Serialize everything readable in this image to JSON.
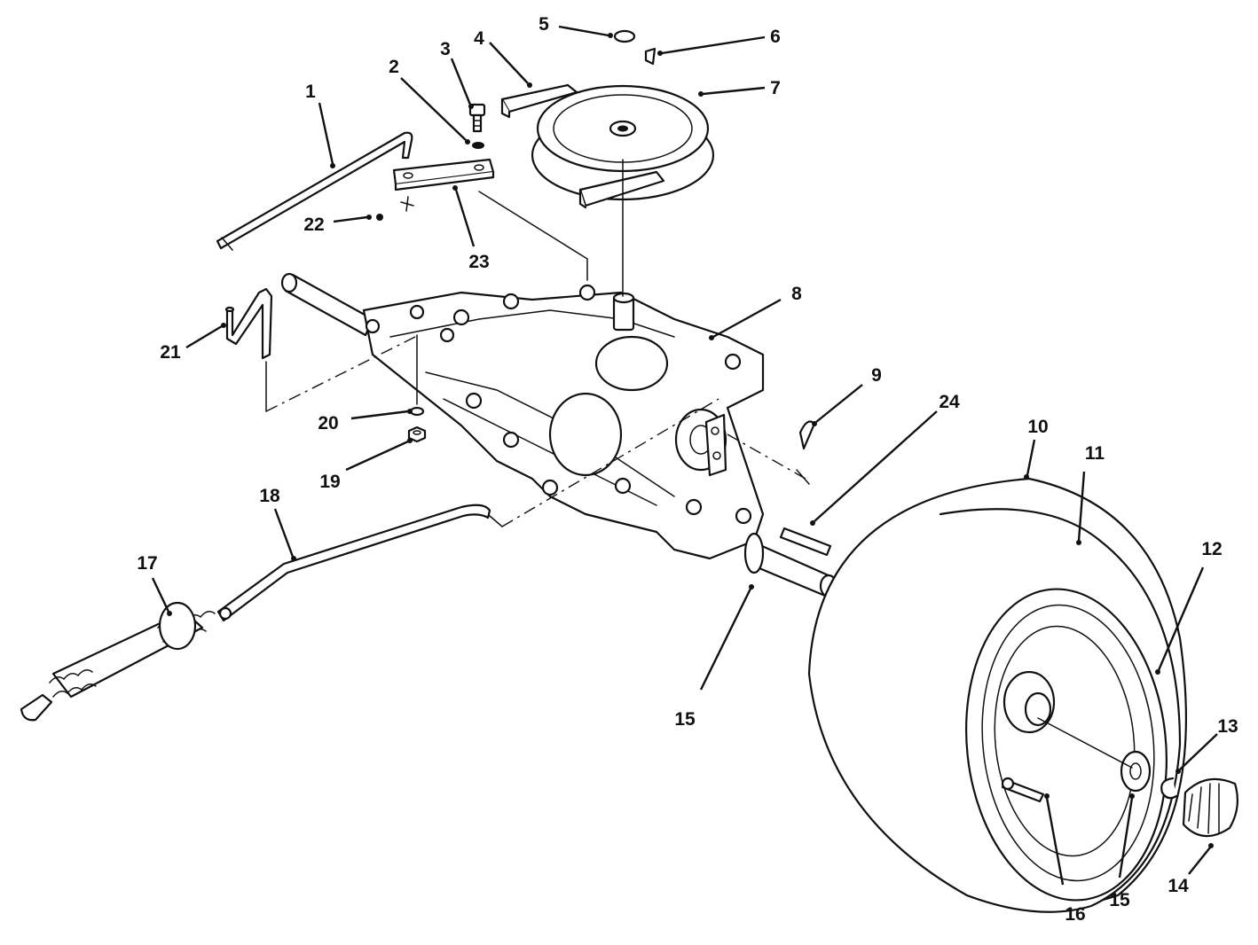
{
  "diagram": {
    "callouts": [
      {
        "id": "c1",
        "label": "1"
      },
      {
        "id": "c2",
        "label": "2"
      },
      {
        "id": "c3",
        "label": "3"
      },
      {
        "id": "c4",
        "label": "4"
      },
      {
        "id": "c5",
        "label": "5"
      },
      {
        "id": "c6",
        "label": "6"
      },
      {
        "id": "c7",
        "label": "7"
      },
      {
        "id": "c8",
        "label": "8"
      },
      {
        "id": "c9",
        "label": "9"
      },
      {
        "id": "c10",
        "label": "10"
      },
      {
        "id": "c11",
        "label": "11"
      },
      {
        "id": "c12",
        "label": "12"
      },
      {
        "id": "c13",
        "label": "13"
      },
      {
        "id": "c14",
        "label": "14"
      },
      {
        "id": "c15a",
        "label": "15"
      },
      {
        "id": "c15b",
        "label": "15"
      },
      {
        "id": "c16",
        "label": "16"
      },
      {
        "id": "c17",
        "label": "17"
      },
      {
        "id": "c18",
        "label": "18"
      },
      {
        "id": "c19",
        "label": "19"
      },
      {
        "id": "c20",
        "label": "20"
      },
      {
        "id": "c21",
        "label": "21"
      },
      {
        "id": "c22",
        "label": "22"
      },
      {
        "id": "c23",
        "label": "23"
      },
      {
        "id": "c24",
        "label": "24"
      }
    ]
  }
}
